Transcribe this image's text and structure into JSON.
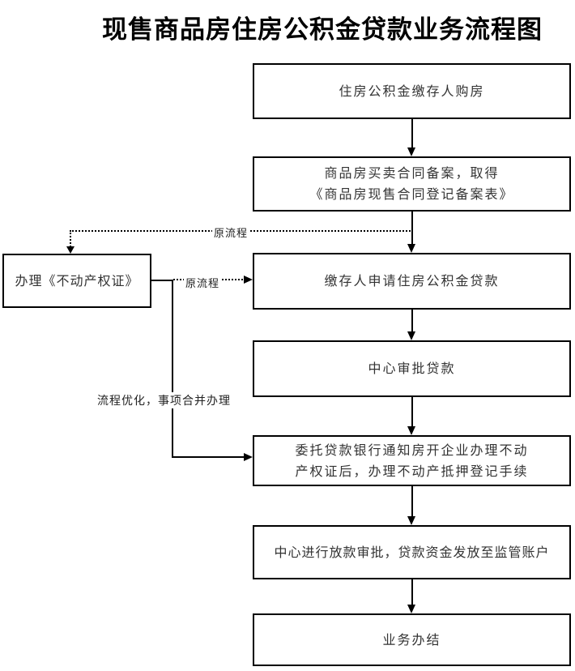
{
  "title": "现售商品房住房公积金贷款业务流程图",
  "colors": {
    "line": "#000000",
    "text": "#333333",
    "background": "#ffffff"
  },
  "flow": {
    "steps": [
      {
        "label": [
          "住房公积金缴存人购房"
        ]
      },
      {
        "label": [
          "商品房买卖合同备案，取得",
          "《商品房现售合同登记备案表》"
        ]
      },
      {
        "label": [
          "缴存人申请住房公积金贷款"
        ]
      },
      {
        "label": [
          "中心审批贷款"
        ]
      },
      {
        "label": [
          "委托贷款银行通知房开企业办理不动",
          "产权证后，办理不动产抵押登记手续"
        ]
      },
      {
        "label": [
          "中心进行放款审批，贷款资金发放至监管账户"
        ]
      },
      {
        "label": [
          "业务办结"
        ]
      }
    ],
    "side_step": {
      "label": "办理《不动产权证》"
    },
    "annotations": {
      "original_flow_top": "原流程",
      "original_flow_mid": "原流程",
      "optimized_flow": "流程优化，事项合并办理"
    }
  }
}
